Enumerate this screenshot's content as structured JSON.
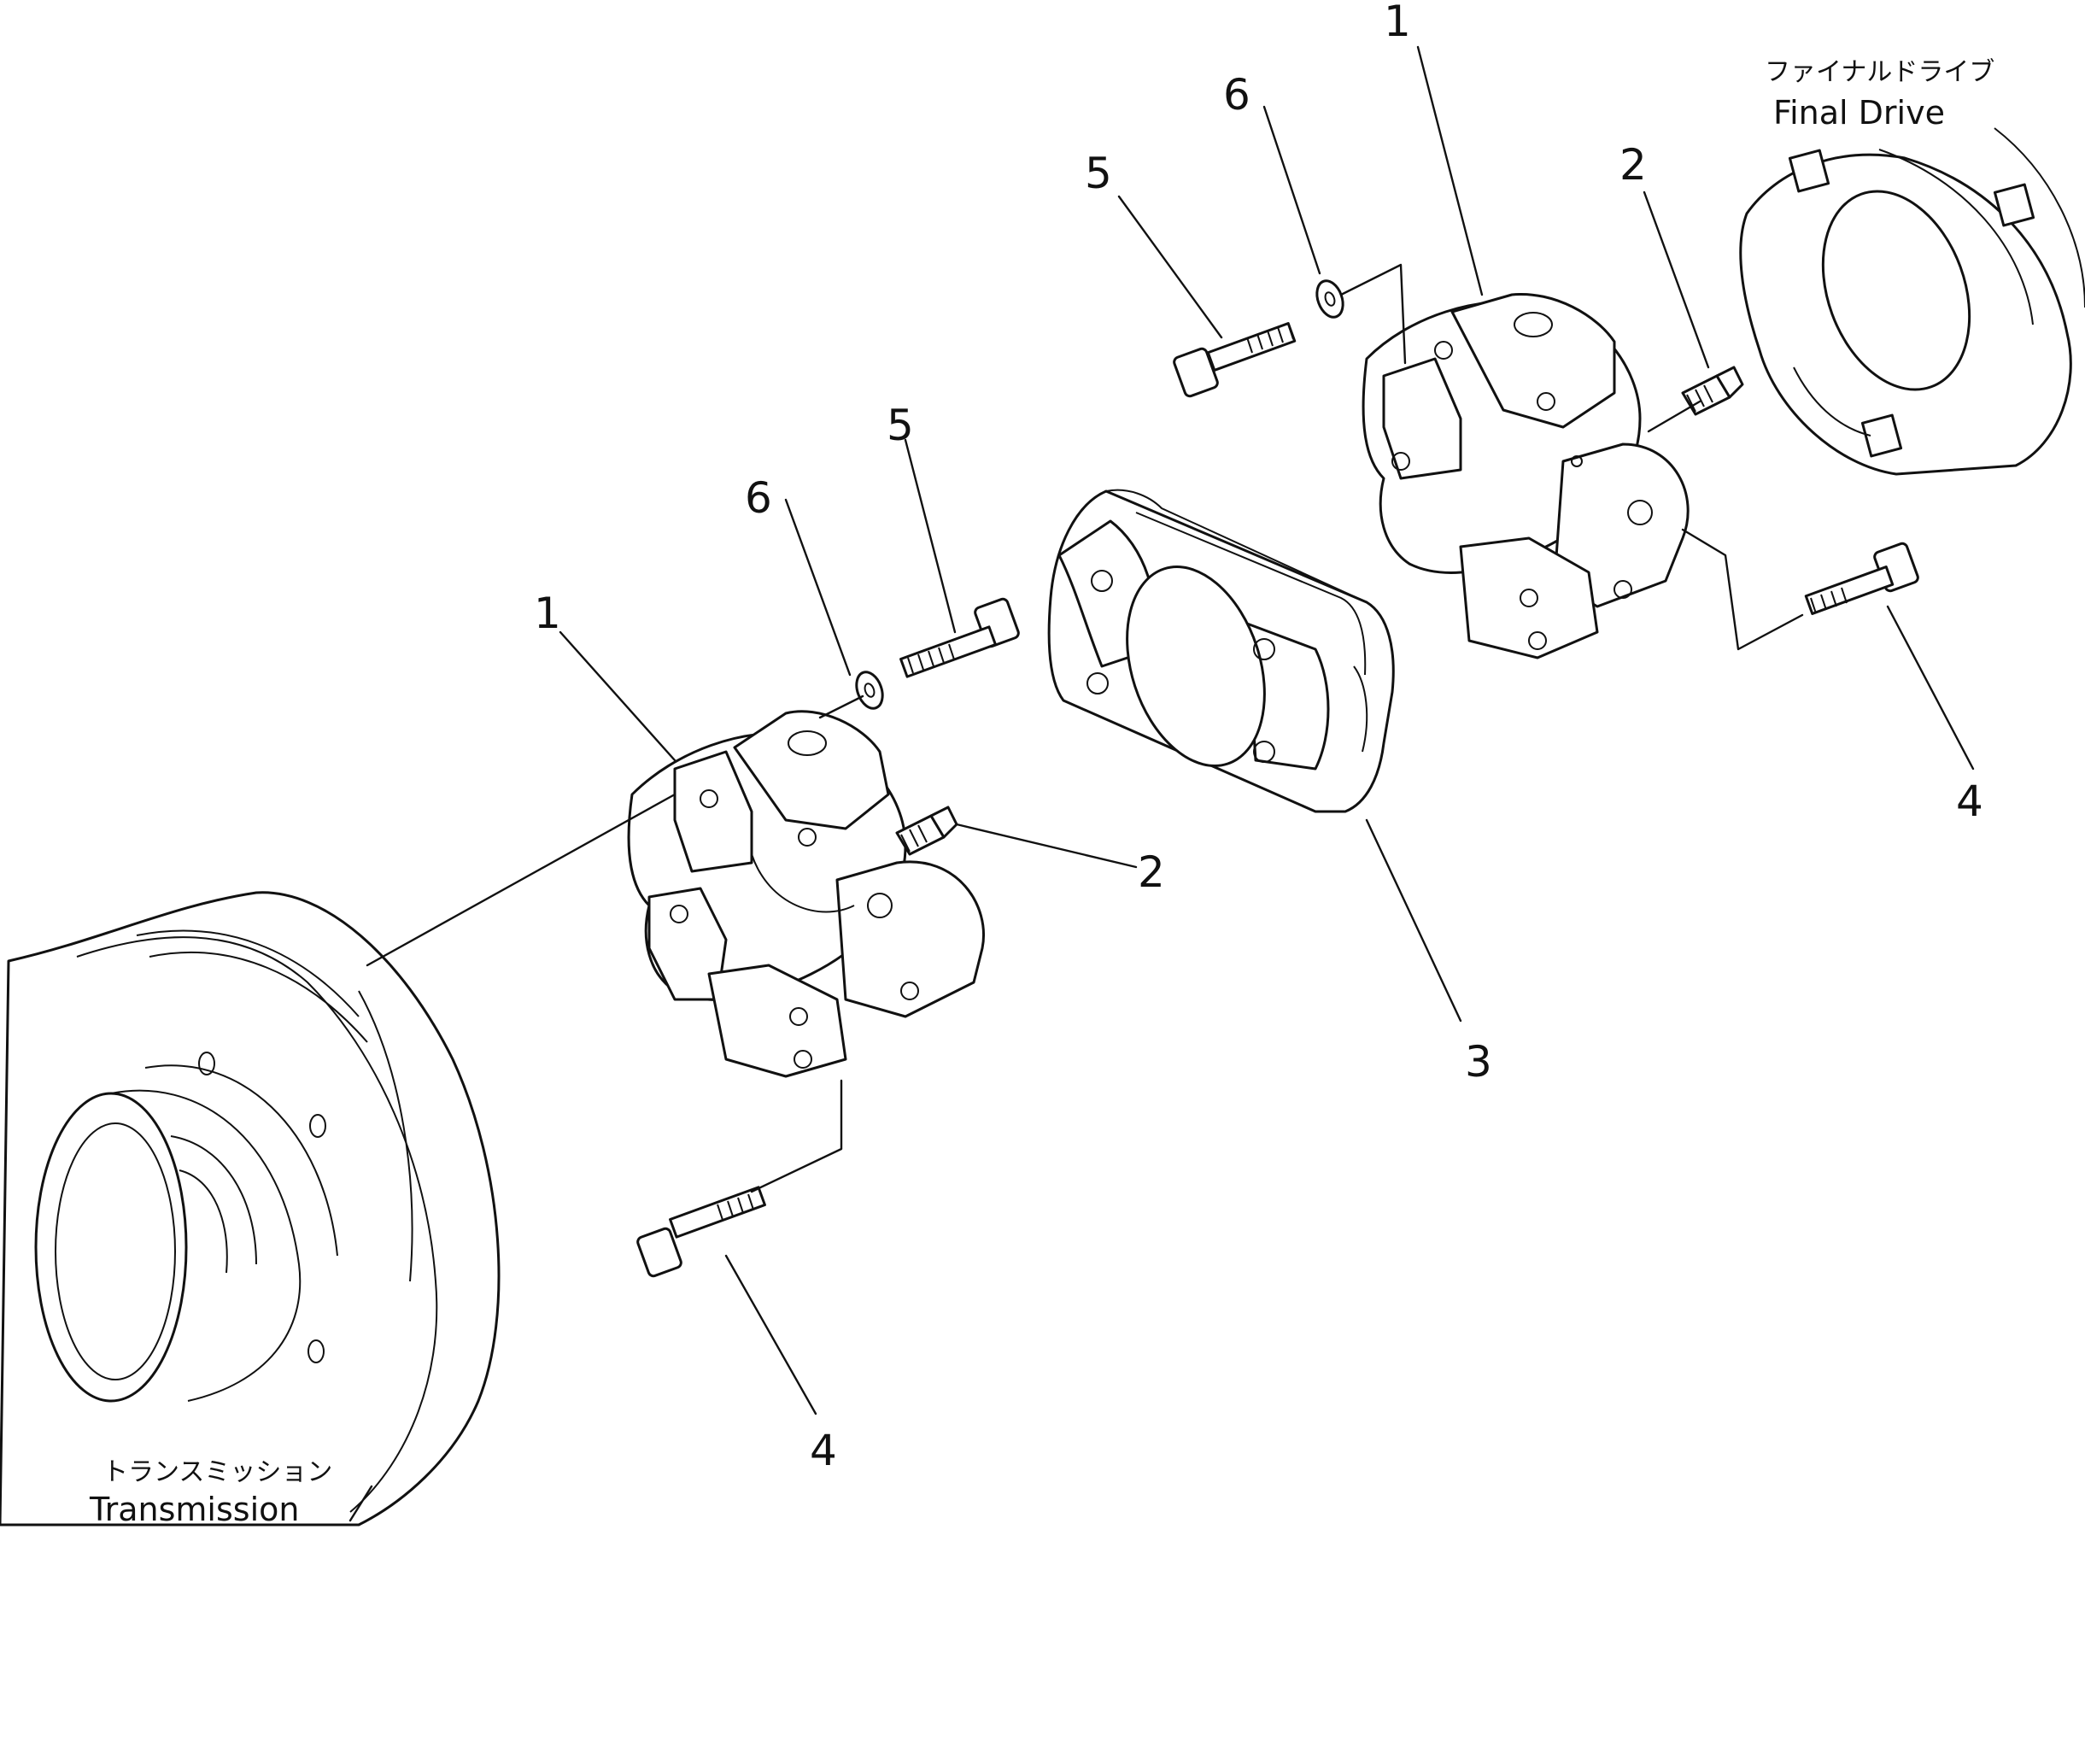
{
  "labels": {
    "final_drive_jp": "ファイナルドライブ",
    "final_drive_en": "Final Drive",
    "transmission_jp": "トランスミッション",
    "transmission_en": "Transmission"
  },
  "callouts": {
    "item1_upper": "1",
    "item1_lower": "1",
    "item2_upper": "2",
    "item2_lower": "2",
    "item3": "3",
    "item4_upper": "4",
    "item4_lower": "4",
    "item5_upper": "5",
    "item5_lower": "5",
    "item6_upper": "6",
    "item6_lower": "6"
  }
}
